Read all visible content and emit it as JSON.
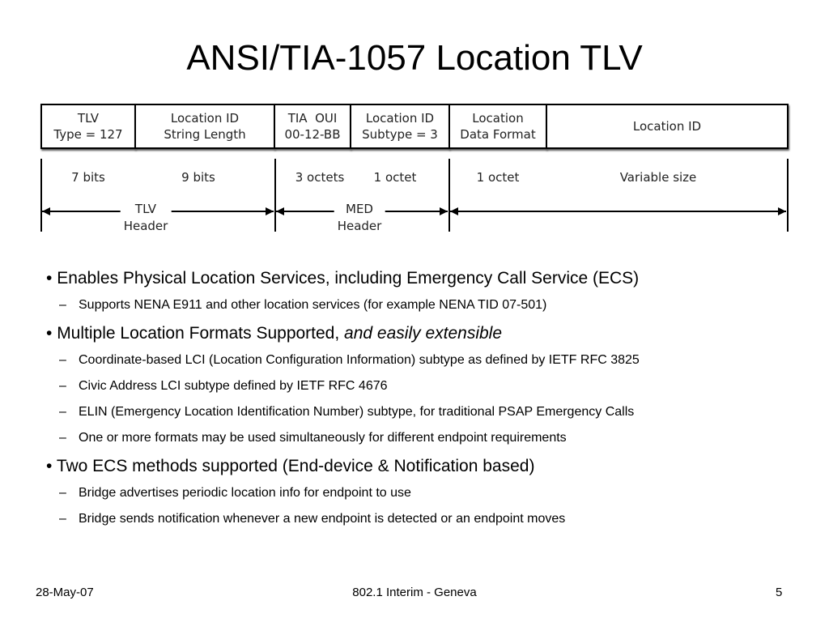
{
  "slide": {
    "title": "ANSI/TIA-1057 Location TLV"
  },
  "diagram": {
    "fields": [
      {
        "line1": "TLV",
        "line2": "Type = 127"
      },
      {
        "line1": "Location ID",
        "line2": "String Length"
      },
      {
        "line1": "TIA  OUI",
        "line2": "00-12-BB"
      },
      {
        "line1": "Location ID",
        "line2": "Subtype = 3"
      },
      {
        "line1": "Location",
        "line2": "Data Format"
      },
      {
        "line1": "Location ID",
        "line2": ""
      }
    ],
    "sizes": [
      "7 bits",
      "9 bits",
      "3 octets",
      "1 octet",
      "1 octet",
      "Variable size"
    ],
    "headers": [
      {
        "line1": "TLV",
        "line2": "Header"
      },
      {
        "line1": "MED",
        "line2": "Header"
      }
    ]
  },
  "bullets": [
    {
      "text": "Enables Physical Location Services, including Emergency Call Service (ECS)",
      "sub": [
        "Supports NENA E911 and other location services (for example NENA TID 07-501)"
      ]
    },
    {
      "text": "Multiple Location Formats Supported, ",
      "italic": "and easily extensible",
      "sub": [
        "Coordinate-based LCI (Location Configuration Information) subtype as defined by IETF RFC 3825",
        "Civic Address LCI subtype defined by IETF RFC 4676",
        "ELIN (Emergency Location Identification Number) subtype, for traditional PSAP Emergency Calls",
        "One or more formats may be used simultaneously for different endpoint requirements"
      ]
    },
    {
      "text": "Two ECS methods supported (End-device & Notification based)",
      "sub": [
        "Bridge advertises periodic location info for endpoint to use",
        "Bridge sends notification whenever a new endpoint is detected or an endpoint moves"
      ]
    }
  ],
  "footer": {
    "date": "28-May-07",
    "center": "802.1 Interim - Geneva",
    "page": "5"
  }
}
